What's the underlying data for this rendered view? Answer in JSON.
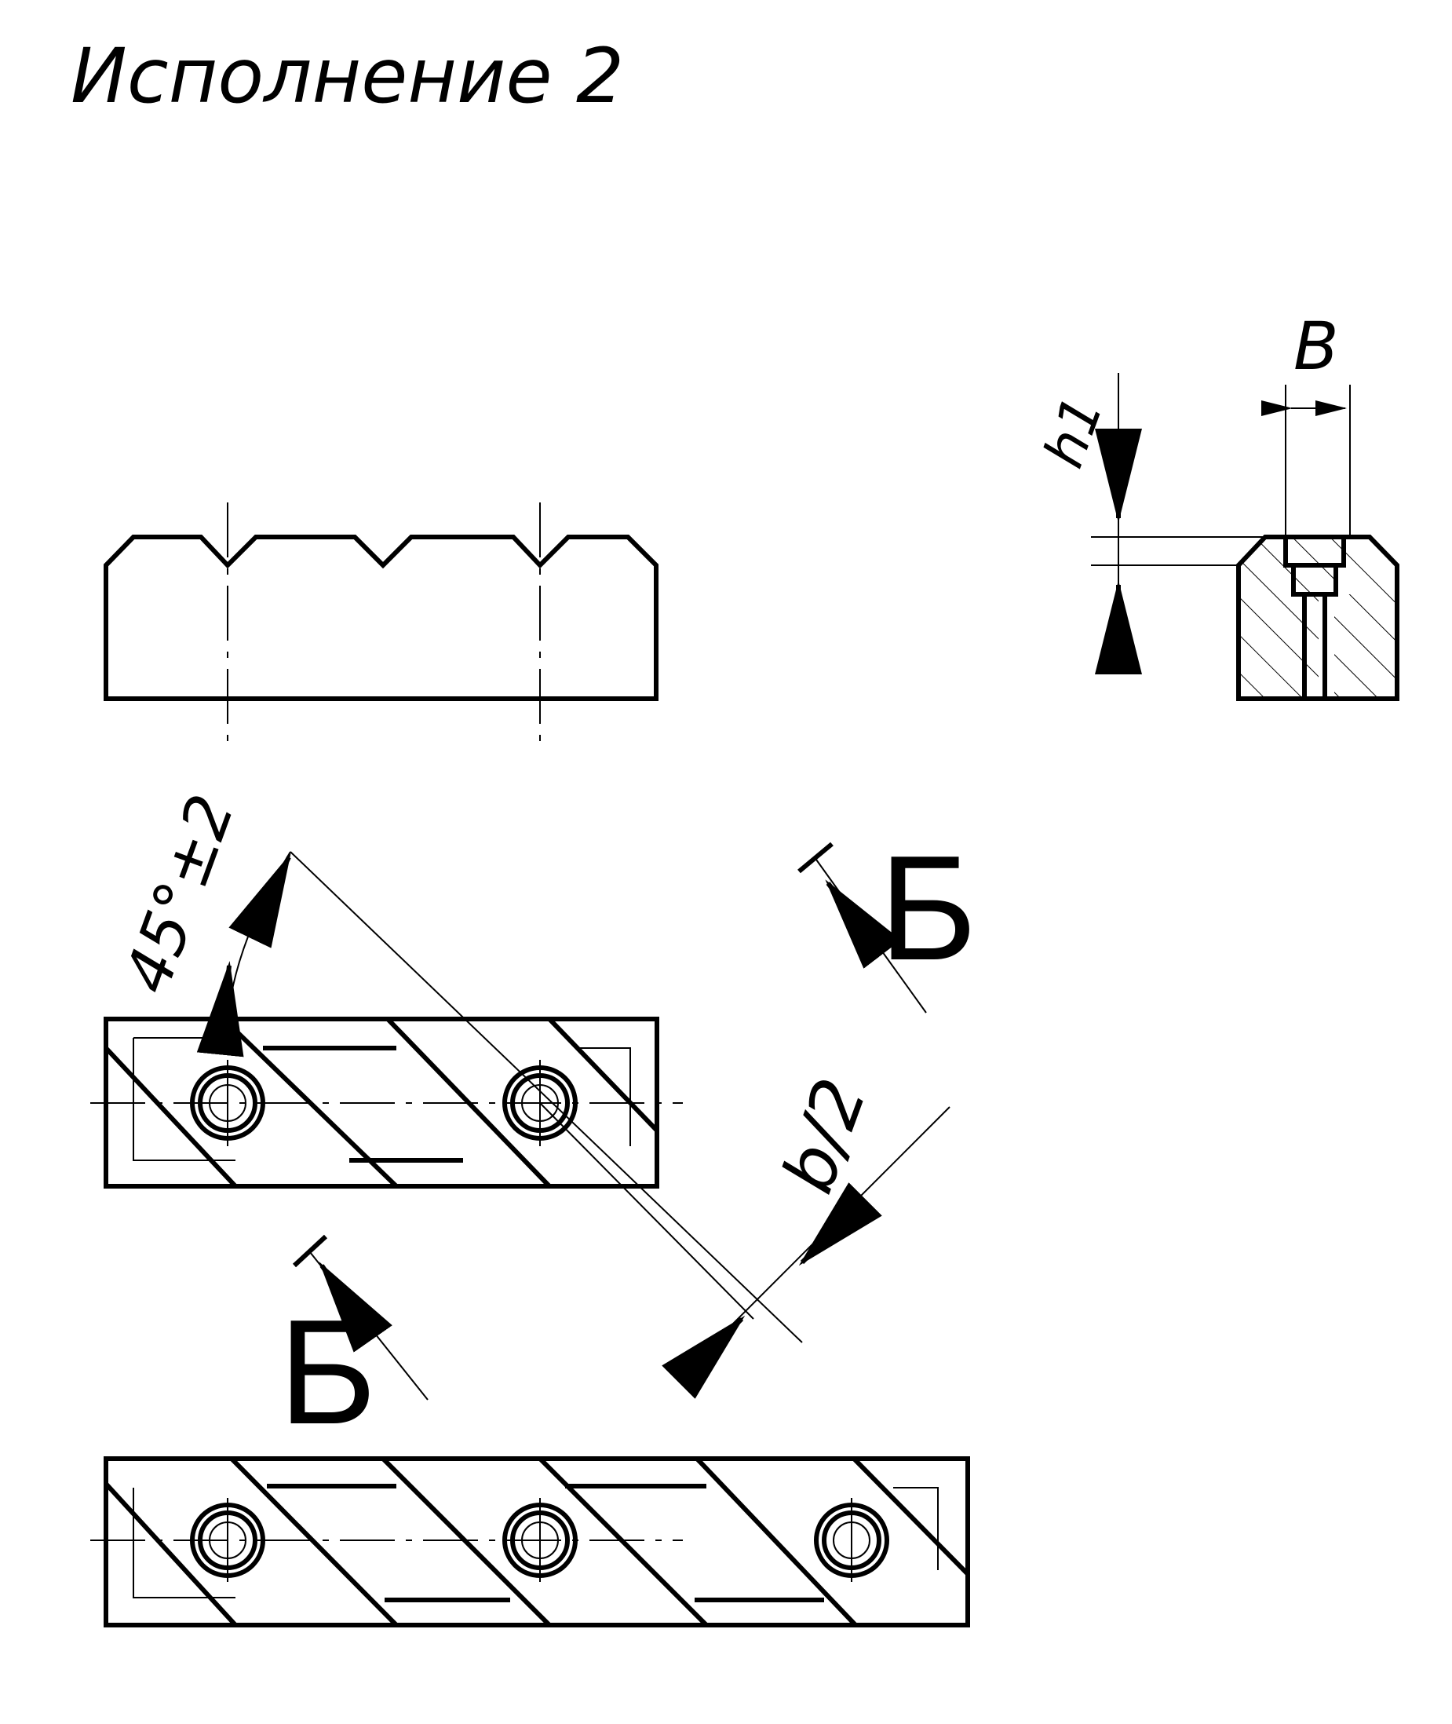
{
  "title": "Исполнение 2",
  "labels": {
    "dim_B": "B",
    "dim_h1": "h1",
    "angle": "45°±2",
    "half_b": "b/2",
    "section_mark_top": "Б",
    "section_mark_bottom": "Б"
  },
  "colors": {
    "line": "#000000",
    "background": "#ffffff"
  }
}
